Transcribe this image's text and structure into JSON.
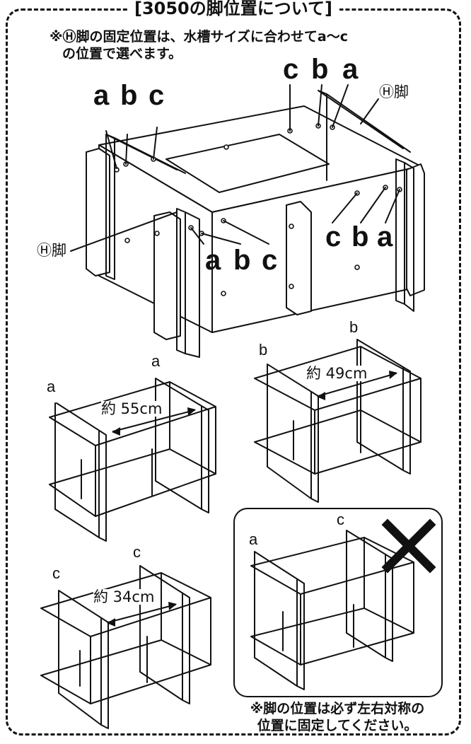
{
  "title": "[3050の脚位置について]",
  "note": {
    "line1": "※Ⓗ脚の固定位置は、水槽サイズに合わせてa〜c",
    "line2": "の位置で選べます。"
  },
  "main_diagram": {
    "labels_left": [
      "a",
      "b",
      "c"
    ],
    "labels_top_right": [
      "c",
      "b",
      "a"
    ],
    "labels_front": [
      "a",
      "b",
      "c"
    ],
    "labels_right": [
      "c",
      "b",
      "a"
    ],
    "leg_label_top": "Ⓗ脚",
    "leg_label_left": "Ⓗ脚"
  },
  "configs": [
    {
      "left_label": "a",
      "right_label": "a",
      "dimension": "約 55cm"
    },
    {
      "left_label": "b",
      "right_label": "b",
      "dimension": "約 49cm"
    },
    {
      "left_label": "c",
      "right_label": "c",
      "dimension": "約 34cm"
    },
    {
      "left_label": "a",
      "right_label": "c",
      "dimension": ""
    }
  ],
  "wrong_mark": "✕",
  "bottom_note": {
    "line1": "※脚の位置は必ず左右対称の",
    "line2": "位置に固定してください。"
  }
}
